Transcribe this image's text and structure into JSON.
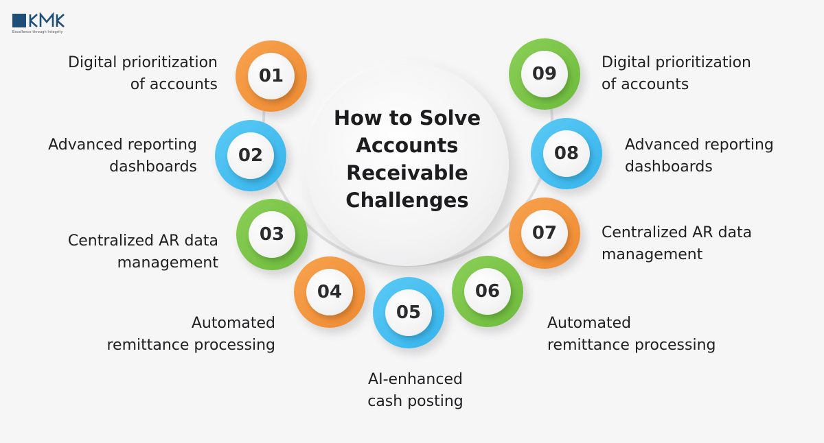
{
  "logo": {
    "wordmark": "KMK",
    "tagline": "Excellence through Integrity",
    "accent_color": "#1f4e79"
  },
  "title": "How to Solve Accounts Receivable Challenges",
  "title_lines": [
    "How to Solve",
    "Accounts",
    "Receivable",
    "Challenges"
  ],
  "colors": {
    "orange": "#f39639",
    "blue": "#45bff0",
    "green": "#7cc44a"
  },
  "steps": [
    {
      "number": "01",
      "color": "orange",
      "lines": [
        "Digital prioritization",
        "of accounts"
      ]
    },
    {
      "number": "02",
      "color": "blue",
      "lines": [
        "Advanced reporting",
        "dashboards"
      ]
    },
    {
      "number": "03",
      "color": "green",
      "lines": [
        "Centralized AR data",
        "management"
      ]
    },
    {
      "number": "04",
      "color": "orange",
      "lines": [
        "Automated",
        "remittance processing"
      ]
    },
    {
      "number": "05",
      "color": "blue",
      "lines": [
        "AI-enhanced",
        "cash posting"
      ]
    },
    {
      "number": "06",
      "color": "green",
      "lines": [
        "Automated",
        "remittance processing"
      ]
    },
    {
      "number": "07",
      "color": "orange",
      "lines": [
        "Centralized AR data",
        "management"
      ]
    },
    {
      "number": "08",
      "color": "blue",
      "lines": [
        "Advanced reporting",
        "dashboards"
      ]
    },
    {
      "number": "09",
      "color": "green",
      "lines": [
        "Digital prioritization",
        "of accounts"
      ]
    }
  ]
}
